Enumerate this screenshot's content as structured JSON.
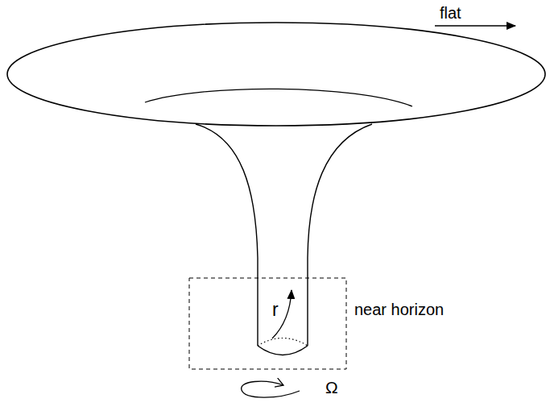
{
  "diagram": {
    "labels": [
      "flat",
      "r",
      "near horizon",
      "Ω"
    ]
  }
}
